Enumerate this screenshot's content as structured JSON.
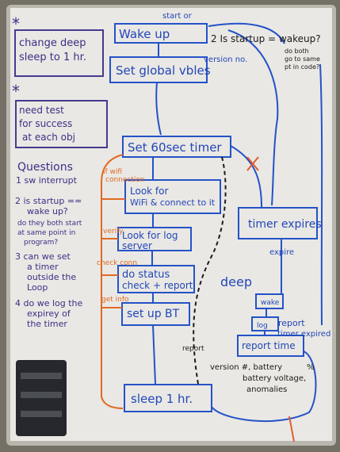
{
  "whiteboard": {
    "top_flow": {
      "wake_up": "Wake up",
      "start_or": "start or",
      "set_global_vbles": "Set global vbles",
      "version_no": "version no.",
      "set_timer": "Set 60sec timer",
      "look_wifi": "Look for WiFi & connect to it",
      "look_log_server": "Look for log server",
      "do_status": "do status check + report",
      "set_up_bt": "set up BT",
      "sleep": "sleep 1 hr."
    },
    "left_notes": {
      "change_deep_sleep": "change deep sleep to 1 hr.",
      "need_test": "need test for success at each obj",
      "questions_title": "Questions",
      "q1": "1 sw interrupt",
      "q2": "2 is startup == wake up? do they both start at same point in program?",
      "q3": "3 can we set a timer outside the Loop",
      "q4": "4 do we log the expirey of the timer"
    },
    "right_notes": {
      "q2_right": "2 Is startup = wakeup? do both go to same pt in code?",
      "timer_expires": "timer expires",
      "expire": "expire",
      "deep": "deep",
      "wake": "wake",
      "log": "log",
      "report_timer": "report timer expired",
      "report_time": "report time",
      "version_details": "version #, battery %, battery voltage, anomalies"
    },
    "orange_labels": {
      "wifi_connection": "if wifi connection",
      "verify": "verify",
      "check_conn": "check conn",
      "get_info": "get info",
      "report": "report"
    }
  }
}
